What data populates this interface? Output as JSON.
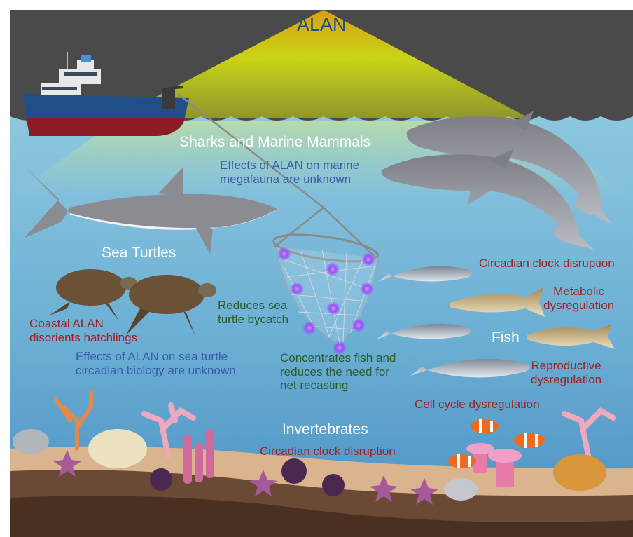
{
  "colors": {
    "sky": "#4a4a4a",
    "light_beam": "#c9d416",
    "water_top": "#8ec8df",
    "water_bottom": "#4a8fc2",
    "sand": "#d9b48f",
    "seabed": "#6b4a35",
    "annotation_red": "#a3201f",
    "annotation_blue": "#3a5aa6",
    "annotation_green": "#2d5a25",
    "led_light": "#9b4dff"
  },
  "labels": {
    "alan": "ALAN",
    "sharks_mammals": "Sharks and Marine Mammals",
    "megafauna_unknown": "Effects of ALAN on marine\nmegafauna are unknown",
    "sea_turtles": "Sea Turtles",
    "coastal_alan": "Coastal ALAN\ndisorients hatchlings",
    "turtle_circadian": "Effects of ALAN on sea turtle\ncircadian biology are unknown",
    "bycatch": "Reduces sea\nturtle bycatch",
    "concentrates_fish": "Concentrates fish and\nreduces the need for\nnet recasting",
    "circadian_fish": "Circadian clock disruption",
    "metabolic": "Metabolic\ndysregulation",
    "fish": "Fish",
    "reproductive": "Reproductive\ndysregulation",
    "cell_cycle": "Cell cycle dysregulation",
    "invertebrates": "Invertebrates",
    "circadian_invert": "Circadian clock disruption"
  },
  "icons": [
    "fishing-ship-icon",
    "light-beam",
    "dolphin-icon",
    "shark-icon",
    "sea-turtle-icon",
    "fishing-net-icon",
    "led-light-icon",
    "salmon-icon",
    "cod-icon",
    "coral-icon",
    "sea-urchin-icon",
    "starfish-icon",
    "clownfish-icon",
    "anemone-icon"
  ]
}
